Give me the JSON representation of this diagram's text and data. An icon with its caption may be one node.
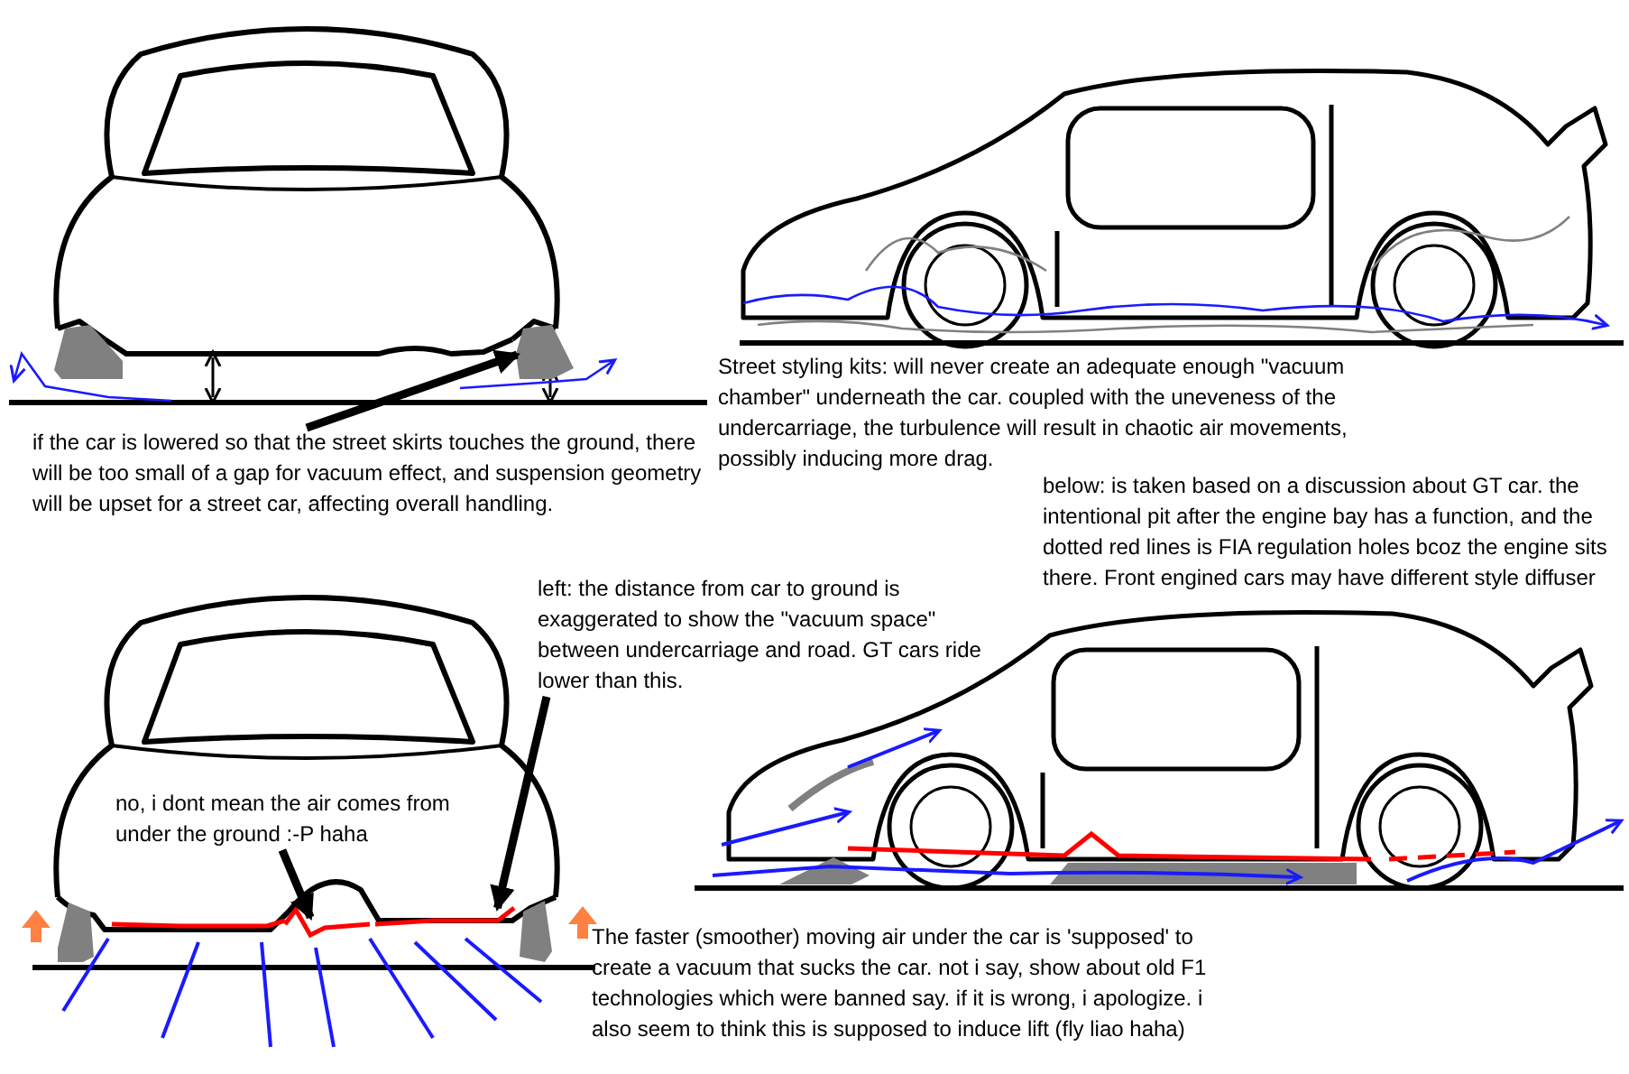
{
  "diagram": {
    "nodes": [
      {
        "text": [
          "if the car is lowered so that the street skirts touches the ground, there will be too small of a gap for vacuum effect, and suspension geometry will be upset for a street car, affecting overall handling."
        ]
      },
      {
        "text": [],
        "shape": "picture"
      },
      {
        "text": [
          "left: the distance from car to ground is exaggerated to show the \"vacuum space\" between undercarriage and road. GT cars ride lower than this."
        ]
      },
      {
        "text": [],
        "shape": "line"
      },
      {
        "text": [
          "no, i dont mean the air comes from under the ground :-P haha"
        ]
      },
      {
        "text": [],
        "shape": "line"
      }
    ],
    "edges": [
      {
        "from": 0,
        "to": 1,
        "arrow": "to"
      },
      {
        "from": 2,
        "to": 5,
        "arrow": "to"
      },
      {
        "from": 4,
        "to": 3,
        "arrow": "to"
      }
    ],
    "labels": [
      "Street styling kits: will never create an adequate enough \"vacuum chamber\" underneath the car. coupled with the uneveness of the undercarriage, the turbulence will result in chaotic air movements, possibly inducing more drag.",
      "below: is taken based on a discussion about GT car. the intentional pit after the engine bay has a function, and the dotted red lines is FIA regulation holes bcoz the engine sits there. Front engined cars may have different style diffuser",
      "The faster (smoother) moving air under the car is 'supposed' to create a vacuum that sucks the car. not i say, show about old F1 technologies which were banned say. if it is wrong, i apologize. i also seem to think this is supposed to induce lift (fly liao haha)"
    ]
  }
}
